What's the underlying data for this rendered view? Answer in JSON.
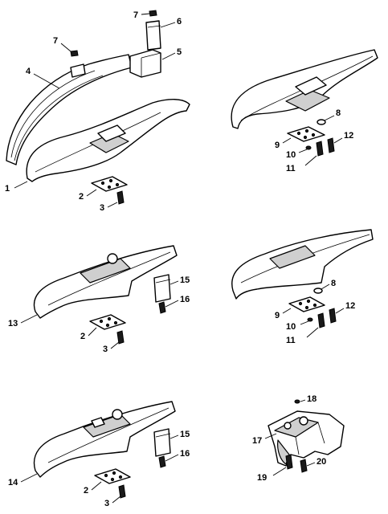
{
  "labels": {
    "l1": "1",
    "l2a": "2",
    "l3a": "3",
    "l4": "4",
    "l5": "5",
    "l6": "6",
    "l7a": "7",
    "l7b": "7",
    "l8a": "8",
    "l9a": "9",
    "l10a": "10",
    "l11a": "11",
    "l12a": "12",
    "l13": "13",
    "l2b": "2",
    "l3b": "3",
    "l15a": "15",
    "l16a": "16",
    "l8b": "8",
    "l9b": "9",
    "l10b": "10",
    "l11b": "11",
    "l12b": "12",
    "l14": "14",
    "l2c": "2",
    "l3c": "3",
    "l15b": "15",
    "l16b": "16",
    "l17": "17",
    "l18": "18",
    "l19": "19",
    "l20": "20"
  }
}
